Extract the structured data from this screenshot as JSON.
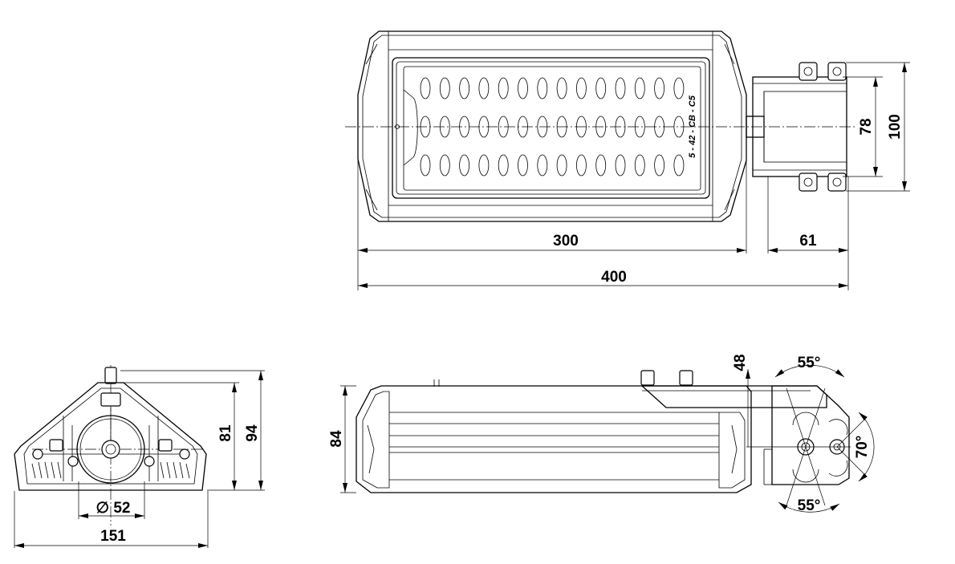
{
  "top_view": {
    "model_code": "5 - 42 - CB - C5",
    "dim_body_length": "300",
    "dim_bracket_length": "61",
    "dim_total_length": "400",
    "dim_bracket_inner": "78",
    "dim_bracket_outer": "100"
  },
  "front_view": {
    "dim_lens_diameter": "∅ 52",
    "dim_width": "151",
    "dim_body_height": "81",
    "dim_total_height": "94"
  },
  "side_view": {
    "dim_height": "84",
    "dim_bracket_offset": "48",
    "angle_top": "55°",
    "angle_bottom": "55°",
    "angle_side": "70°"
  }
}
